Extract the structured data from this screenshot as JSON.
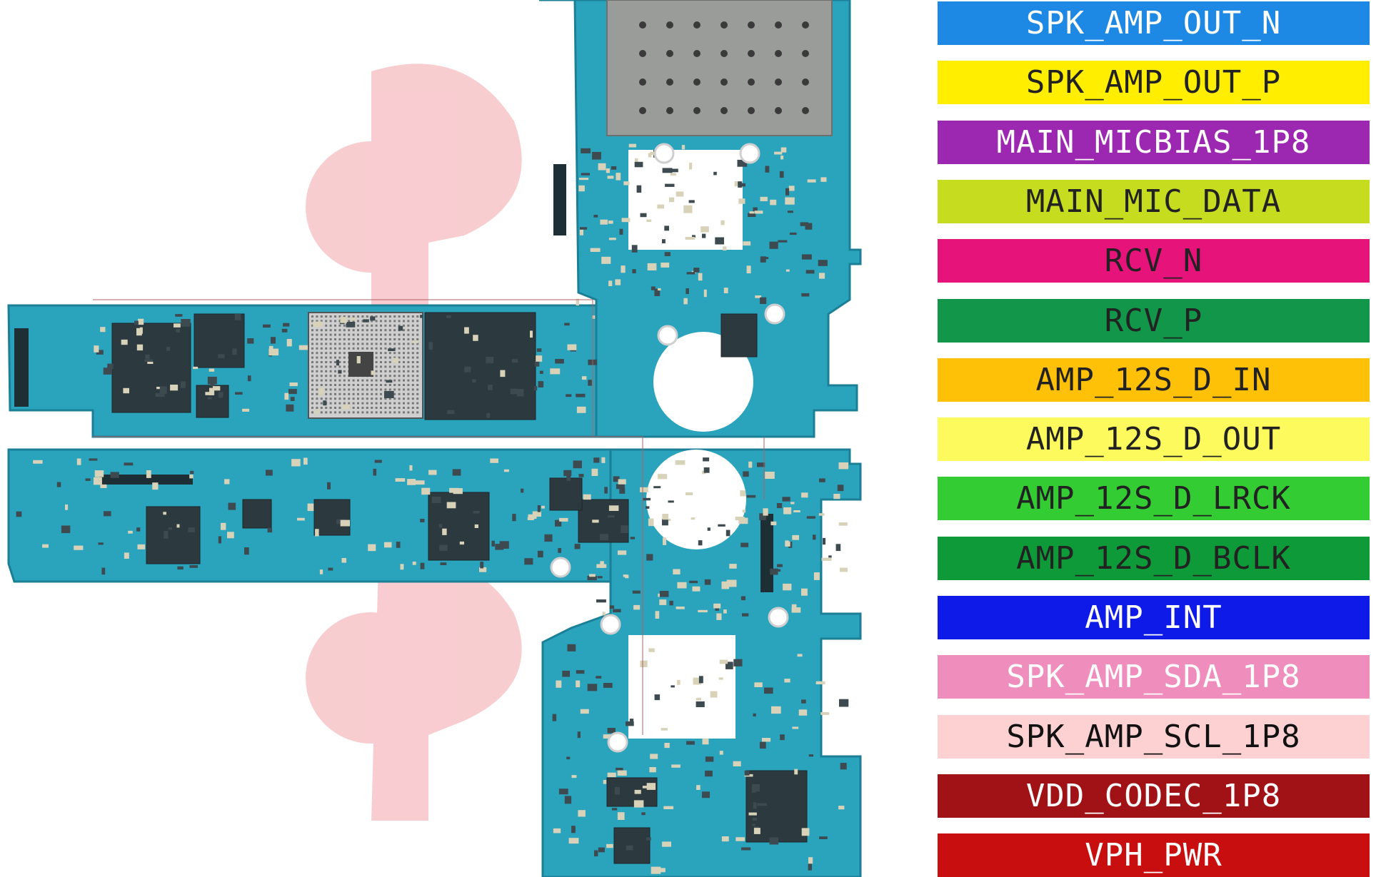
{
  "legend": {
    "items": [
      {
        "label": "SPK_AMP_OUT_N",
        "bg": "#1e88e5",
        "fg": "#ffffff"
      },
      {
        "label": "SPK_AMP_OUT_P",
        "bg": "#ffee00",
        "fg": "#222222"
      },
      {
        "label": "MAIN_MICBIAS_1P8",
        "bg": "#9c27b0",
        "fg": "#ffffff"
      },
      {
        "label": "MAIN_MIC_DATA",
        "bg": "#c6dc1e",
        "fg": "#222222"
      },
      {
        "label": "RCV_N",
        "bg": "#e6137a",
        "fg": "#222222"
      },
      {
        "label": "RCV_P",
        "bg": "#11964a",
        "fg": "#222222"
      },
      {
        "label": "AMP_12S_D_IN",
        "bg": "#ffc107",
        "fg": "#222222"
      },
      {
        "label": "AMP_12S_D_OUT",
        "bg": "#fcfa5c",
        "fg": "#222222"
      },
      {
        "label": "AMP_12S_D_LRCK",
        "bg": "#33cc33",
        "fg": "#222222"
      },
      {
        "label": "AMP_12S_D_BCLK",
        "bg": "#0f9a3a",
        "fg": "#222222"
      },
      {
        "label": "AMP_INT",
        "bg": "#0d1ae8",
        "fg": "#ffffff"
      },
      {
        "label": "SPK_AMP_SDA_1P8",
        "bg": "#ef8ebc",
        "fg": "#ffffff"
      },
      {
        "label": "SPK_AMP_SCL_1P8",
        "bg": "#fdd0d2",
        "fg": "#111111"
      },
      {
        "label": "VDD_CODEC_1P8",
        "bg": "#a11216",
        "fg": "#ffffff"
      },
      {
        "label": "VPH_PWR",
        "bg": "#c80e0e",
        "fg": "#ffffff"
      }
    ]
  },
  "board": {
    "pcb_color": "#2aa3bd",
    "pcb_edge_color": "#1b7f96",
    "watermark_color": "#f7c4c8",
    "icons": [
      "pcb-board-icon",
      "watermark-logo-icon",
      "processor-chip-icon",
      "sim-tray-icon",
      "ic-chip-icon"
    ]
  }
}
